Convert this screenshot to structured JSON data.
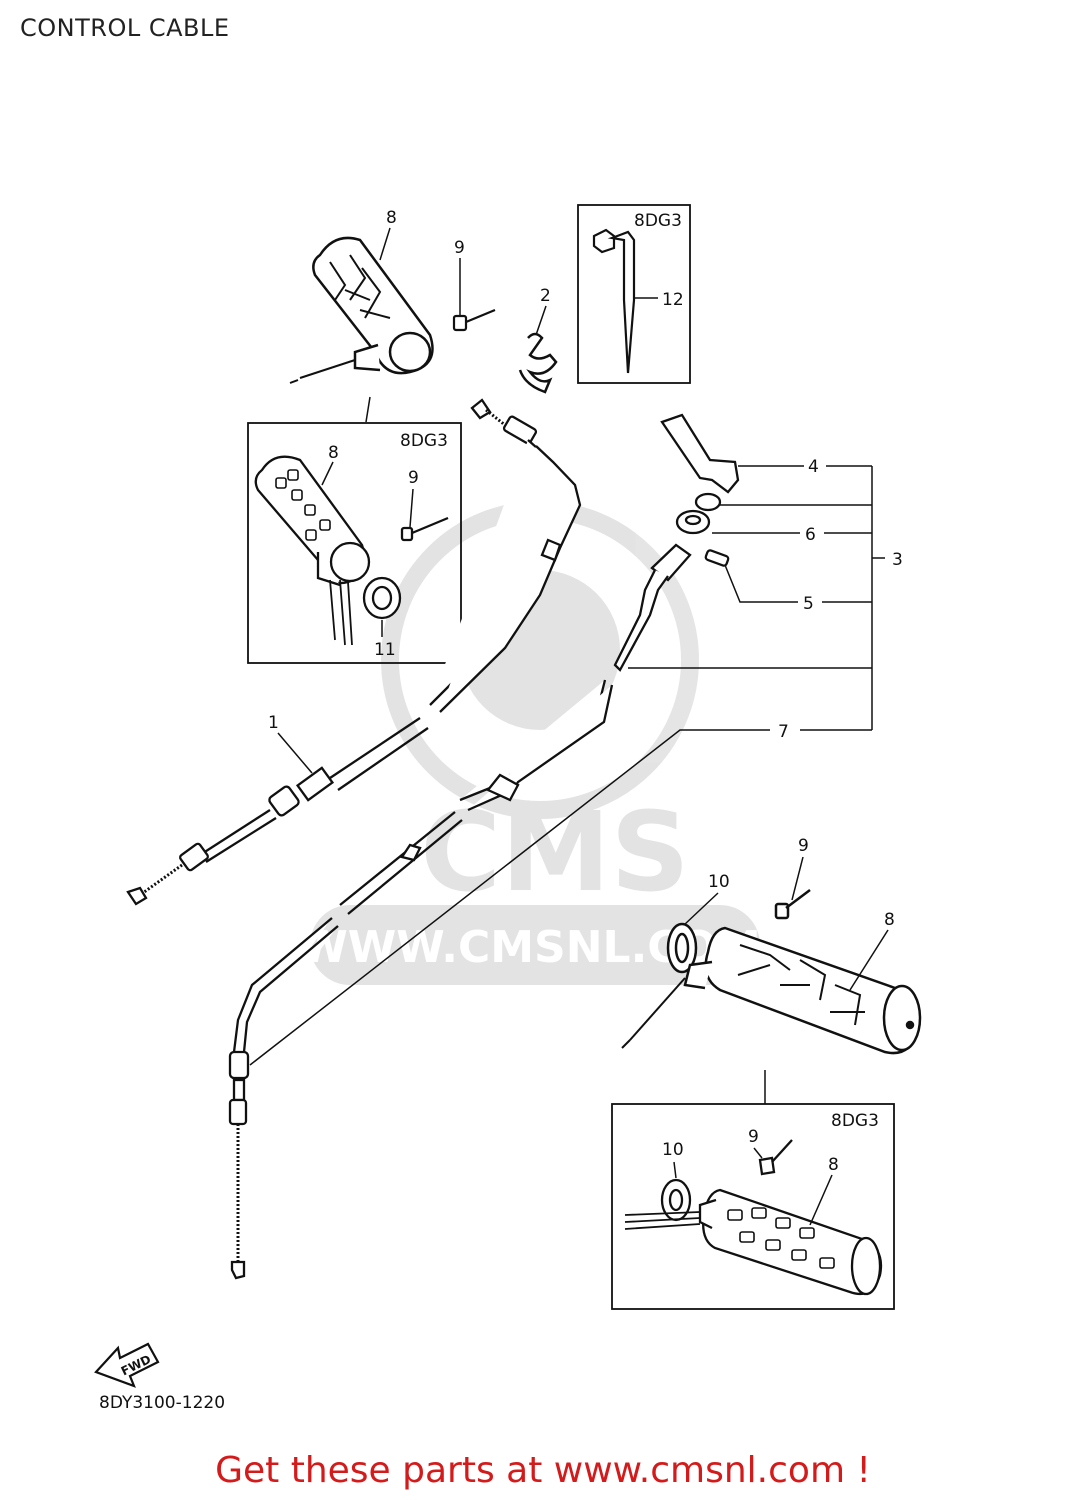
{
  "header": {
    "title": "CONTROL CABLE"
  },
  "diagram": {
    "boxes": {
      "top_right_variant": "8DG3",
      "left_variant": "8DG3",
      "bottom_right_variant": "8DG3"
    },
    "labels": {
      "p1": "1",
      "p2": "2",
      "p3": "3",
      "p4": "4",
      "p5": "5",
      "p6": "6",
      "p7": "7",
      "p8_top": "8",
      "p8_left_box": "8",
      "p8_right": "8",
      "p8_bottom_box": "8",
      "p9_top": "9",
      "p9_left_box": "9",
      "p9_right": "9",
      "p9_bottom_box": "9",
      "p10_right": "10",
      "p10_bottom_box": "10",
      "p11": "11",
      "p12": "12"
    },
    "fwd_arrow": "FWD",
    "drawing_number": "8DY3100-1220"
  },
  "watermark": {
    "brand": "CMS",
    "url": "WWW.CMSNL.COM"
  },
  "footer": {
    "promo": "Get these parts at www.cmsnl.com !"
  }
}
